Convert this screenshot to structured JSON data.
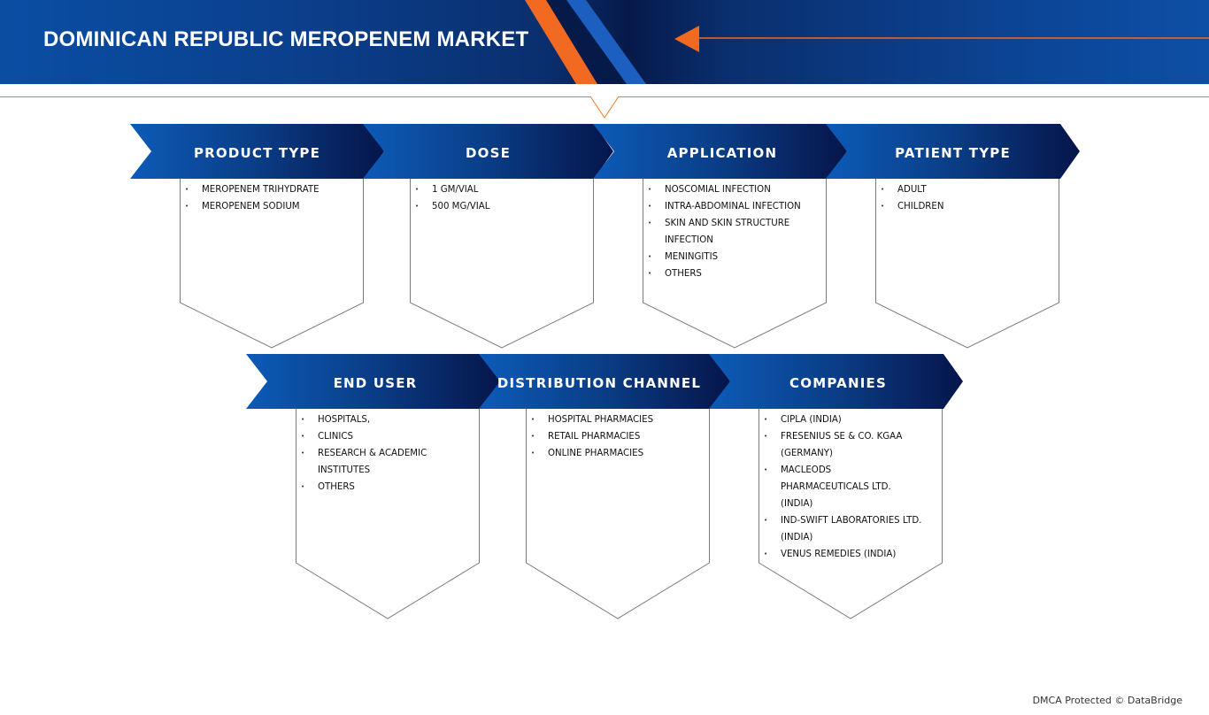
{
  "header": {
    "title": "DOMINICAN REPUBLIC MEROPENEM MARKET",
    "accent_color": "#f26a21",
    "brand_color": "#0a3d86"
  },
  "categories": [
    {
      "title": "PRODUCT TYPE",
      "items": [
        "MEROPENEM TRIHYDRATE",
        "MEROPENEM SODIUM"
      ]
    },
    {
      "title": "DOSE",
      "items": [
        "1 GM/VIAL",
        "500 MG/VIAL"
      ]
    },
    {
      "title": "APPLICATION",
      "items": [
        "NOSCOMIAL INFECTION",
        "INTRA-ABDOMINAL INFECTION",
        "SKIN AND SKIN STRUCTURE\nINFECTION",
        "MENINGITIS",
        "OTHERS"
      ]
    },
    {
      "title": "PATIENT TYPE",
      "items": [
        "ADULT",
        "CHILDREN"
      ]
    },
    {
      "title": "END USER",
      "items": [
        "HOSPITALS,",
        "CLINICS",
        "RESEARCH & ACADEMIC\nINSTITUTES",
        "OTHERS"
      ]
    },
    {
      "title": "DISTRIBUTION CHANNEL",
      "items": [
        "HOSPITAL PHARMACIES",
        "RETAIL PHARMACIES",
        "ONLINE PHARMACIES"
      ]
    },
    {
      "title": "COMPANIES",
      "items": [
        "CIPLA (INDIA)",
        "FRESENIUS SE & CO. KGAA\n(GERMANY)",
        "MACLEODS\nPHARMACEUTICALS LTD.\n(INDIA)",
        "IND-SWIFT LABORATORIES LTD.\n(INDIA)",
        "VENUS REMEDIES (INDIA)"
      ]
    }
  ],
  "footer": {
    "text": "DMCA Protected © DataBridge"
  }
}
